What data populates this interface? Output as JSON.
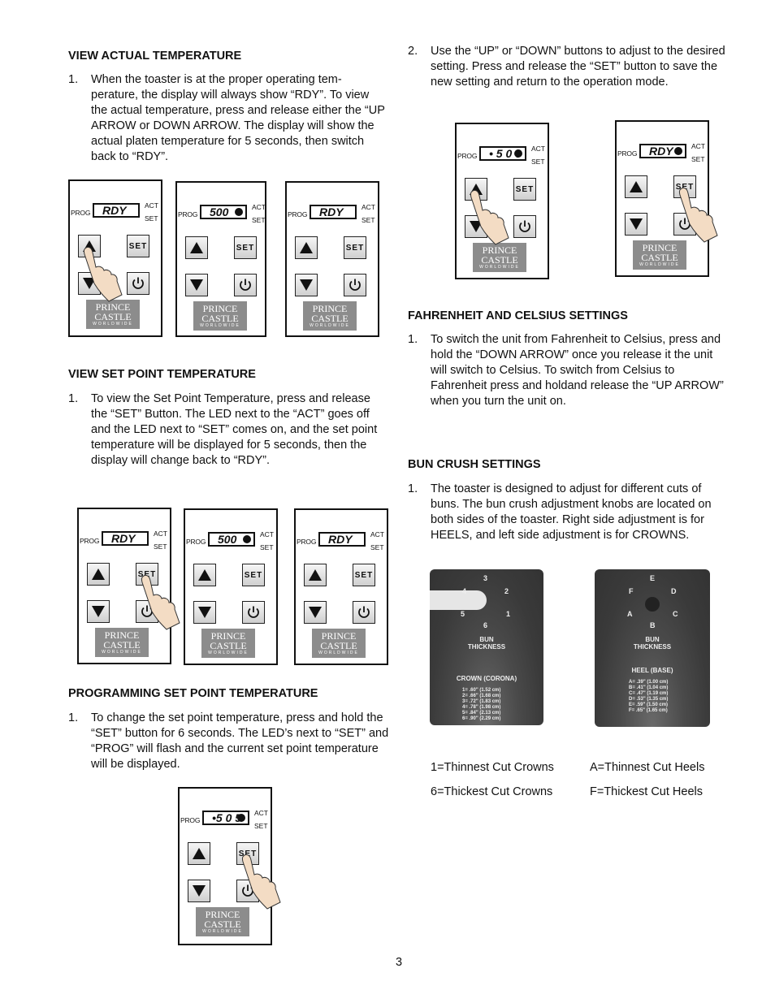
{
  "left": {
    "s1": {
      "title": "VIEW ACTUAL TEMPERATURE",
      "items": [
        {
          "num": "1.",
          "text": "When the toaster is at the proper operating tem-perature, the display will always show “RDY”. To view the actual temperature, press and release either the “UP ARROW or DOWN ARROW. The display will show the actual platen temperature for 5 seconds, then switch back to “RDY”."
        }
      ]
    },
    "s2": {
      "title": "VIEW SET POINT TEMPERATURE",
      "items": [
        {
          "num": "1.",
          "text": "To view the Set Point Temperature, press and release the “SET” Button. The LED next to the “ACT” goes off and the LED next to “SET” comes on, and the set point temperature will be displayed for 5 seconds, then the display will change back to “RDY”."
        }
      ]
    },
    "s3": {
      "title": "PROGRAMMING SET POINT TEMPERATURE",
      "items": [
        {
          "num": "1.",
          "text": "To change the set point temperature, press and hold the “SET” button for 6 seconds. The LED’s next to “SET” and “PROG” will flash and the current set point temperature will be displayed."
        }
      ]
    }
  },
  "right": {
    "s0": {
      "items": [
        {
          "num": "2.",
          "text": "Use the “UP” or “DOWN” buttons to adjust to the desired setting. Press and release the “SET” button to save the new setting and return to the operation mode."
        }
      ]
    },
    "s4": {
      "title": "FAHRENHEIT AND CELSIUS SETTINGS",
      "items": [
        {
          "num": "1.",
          "text": "To switch the unit from Fahrenheit to Celsius, press and hold the “DOWN ARROW” once you release it the unit will switch to Celsius. To switch from Celsius to Fahrenheit press and holdand release the “UP ARROW” when you turn the unit on."
        }
      ]
    },
    "s5": {
      "title": "BUN CRUSH SETTINGS",
      "items": [
        {
          "num": "1.",
          "text": "The  toaster is designed to adjust for different cuts of buns. The bun crush adjustment knobs are located on both sides of the toaster. Right side adjustment is for HEELS, and left side adjustment is for CROWNS."
        }
      ]
    }
  },
  "panel": {
    "prog": "PROG",
    "act": "ACT",
    "set": "SET",
    "set_btn": "SET",
    "logo1": "PRINCE",
    "logo2": "CASTLE",
    "logo3": "WORLDWIDE"
  },
  "displays": {
    "d1": "RDY",
    "d2": "500",
    "d3": "RDY",
    "d4": "RDY",
    "d5": "500",
    "d6": "RDY",
    "d7": "•5 0 5",
    "d8": "• 5 0 0",
    "d9": "RDY"
  },
  "plates": {
    "crown": {
      "nums": [
        "3",
        "4",
        "2",
        "5",
        "1",
        "6"
      ],
      "thickness": "BUN THICKNESS",
      "name": "CROWN (CORONA)",
      "list": [
        "1= .60\" (1.52 cm)",
        "2= .66\" (1.68 cm)",
        "3= .72\" (1.83 cm)",
        "4= .78\" (1.98 cm)",
        "5= .84\" (2.13 cm)",
        "6= .90\" (2.29 cm)"
      ]
    },
    "heel": {
      "nums": [
        "E",
        "F",
        "D",
        "A",
        "C",
        "B"
      ],
      "thickness": "BUN THICKNESS",
      "name": "HEEL (BASE)",
      "list": [
        "A= .39\" (1.00 cm)",
        "B= .41\" (1.04 cm)",
        "C= .47\" (1.19 cm)",
        "D= .53\" (1.35 cm)",
        "E= .59\" (1.50 cm)",
        "F= .65\" (1.65 cm)"
      ]
    }
  },
  "captions": {
    "c1": "1=Thinnest Cut Crowns",
    "c2": "A=Thinnest Cut Heels",
    "c3": "6=Thickest Cut Crowns",
    "c4": "F=Thickest Cut Heels"
  },
  "page_number": "3"
}
